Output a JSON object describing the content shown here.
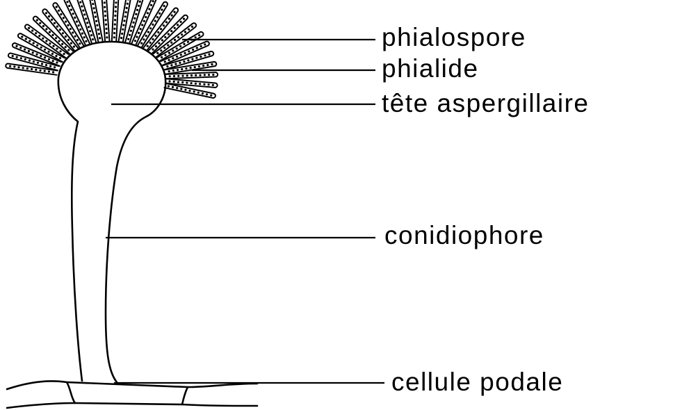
{
  "labels": {
    "phialospore": "phialospore",
    "phialide": "phialide",
    "tete": "tête aspergillaire",
    "conidiophore": "conidiophore",
    "cellule": "cellule podale"
  },
  "colors": {
    "ink": "#000000",
    "background": "#ffffff"
  }
}
